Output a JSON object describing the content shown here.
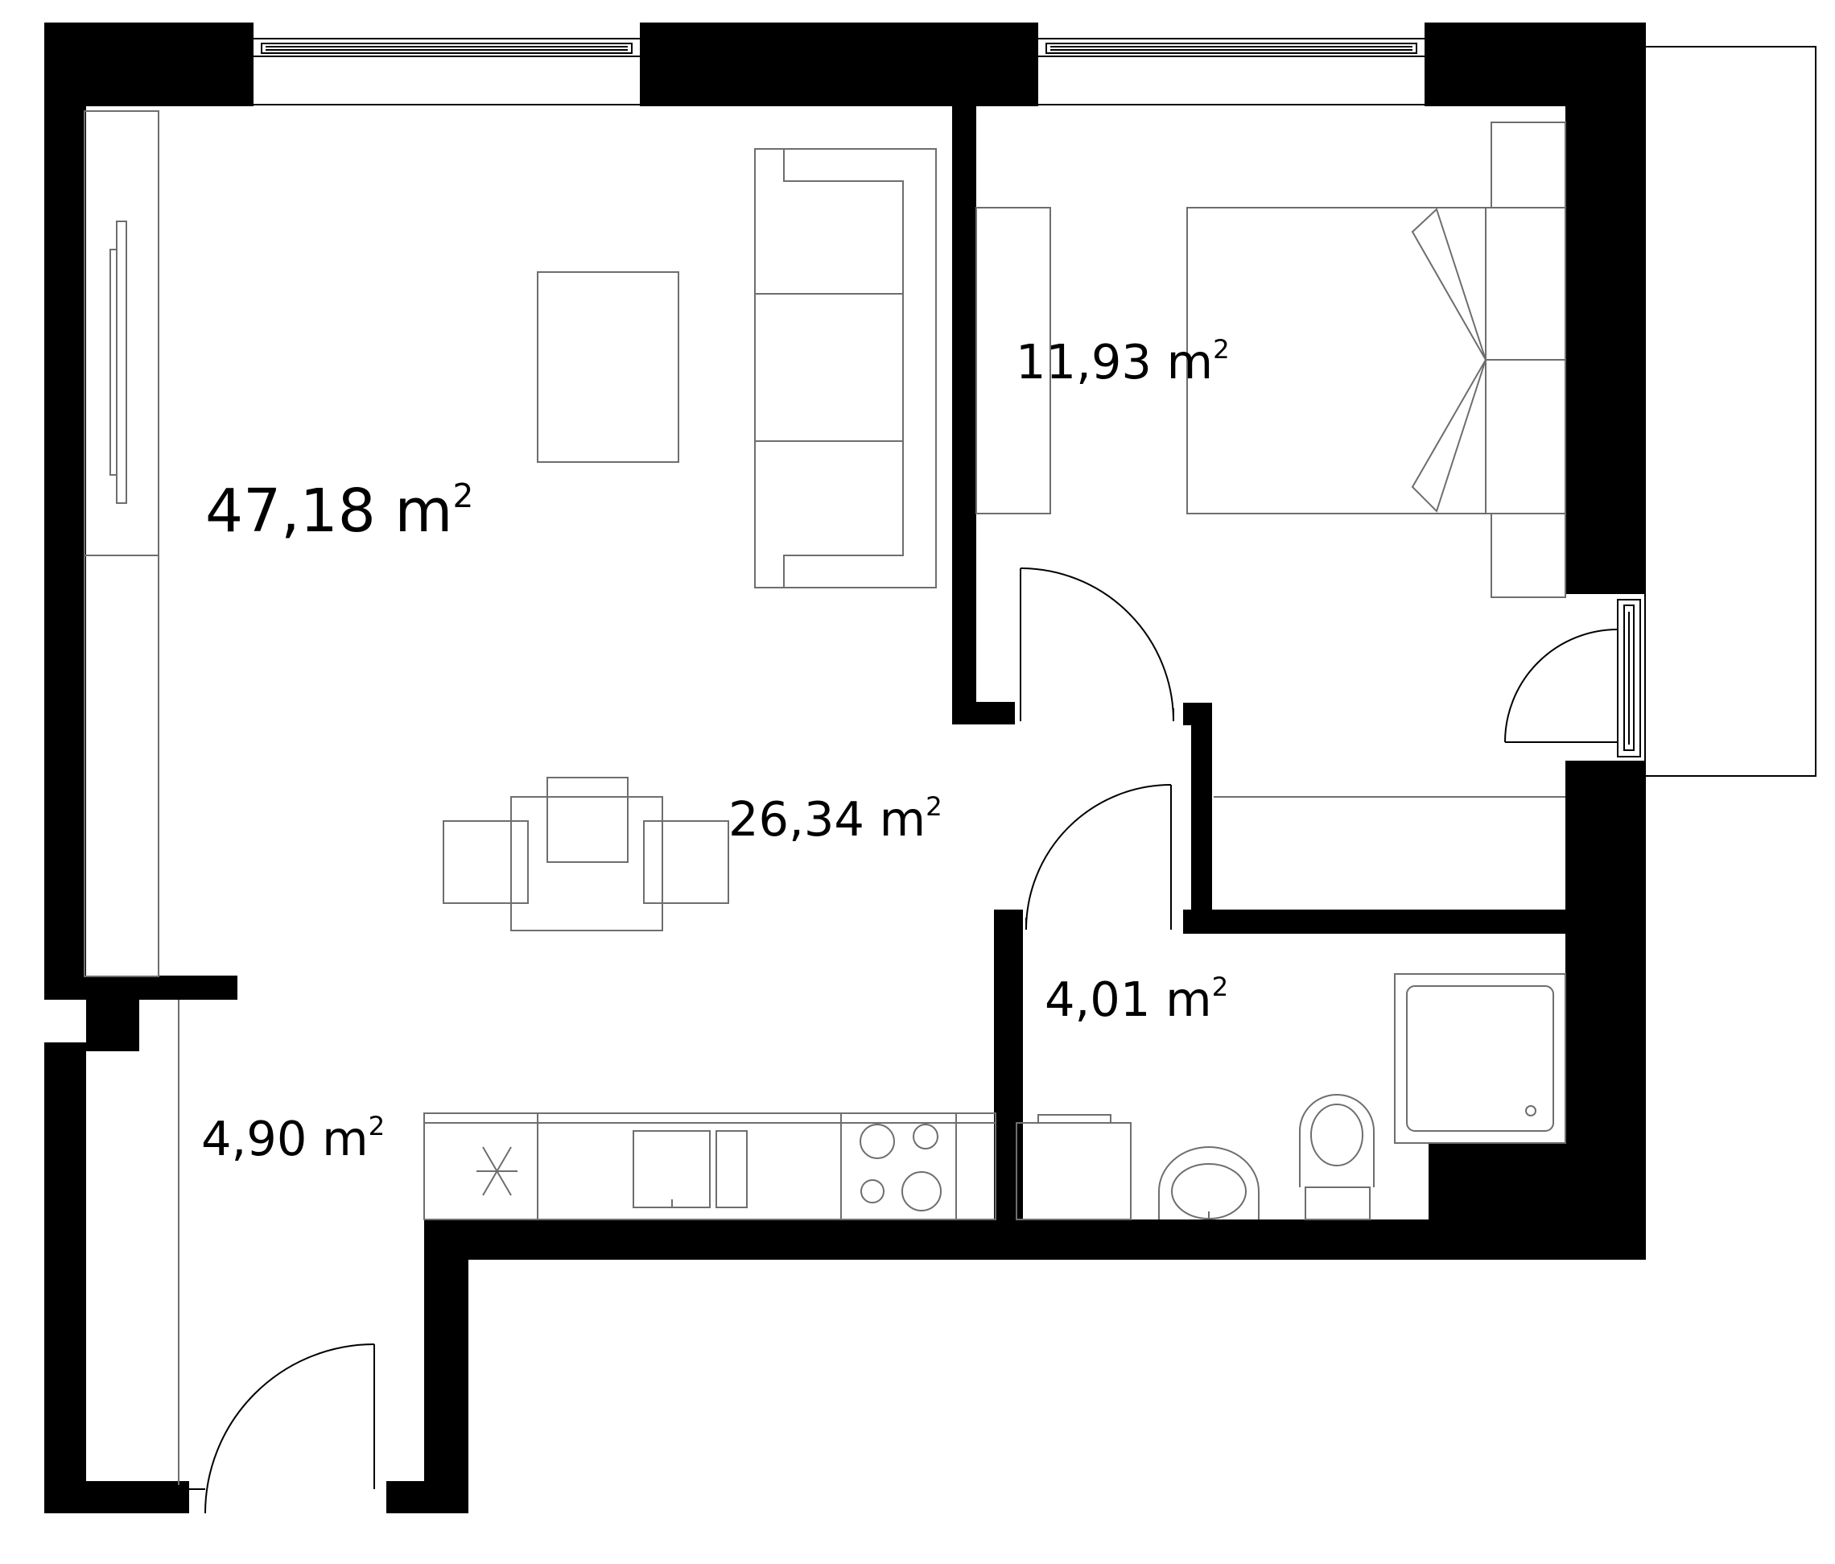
{
  "plan": {
    "total_area": {
      "value": "47,18",
      "unit": "m",
      "exp": "2"
    },
    "rooms": [
      {
        "id": "living",
        "value": "26,34",
        "unit": "m",
        "exp": "2"
      },
      {
        "id": "bedroom",
        "value": "11,93",
        "unit": "m",
        "exp": "2"
      },
      {
        "id": "bathroom",
        "value": "4,01",
        "unit": "m",
        "exp": "2"
      },
      {
        "id": "hallway",
        "value": "4,90",
        "unit": "m",
        "exp": "2"
      }
    ],
    "colors": {
      "wall": "#000000",
      "line": "#000000",
      "furniture": "#6e6e6e",
      "background": "#ffffff"
    }
  }
}
